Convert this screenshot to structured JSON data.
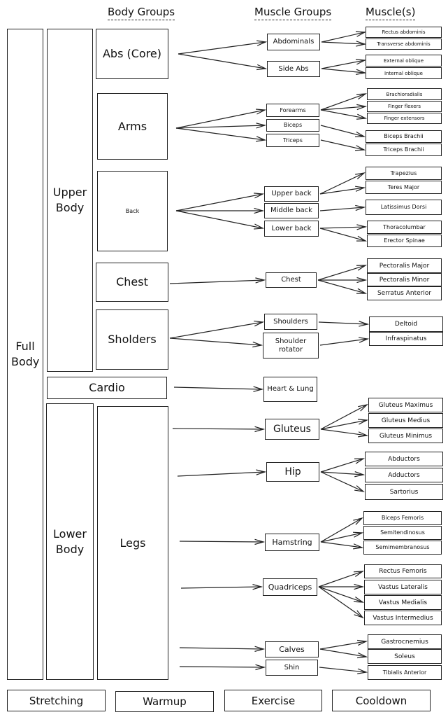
{
  "headers": {
    "body_groups": "Body Groups",
    "muscle_groups": "Muscle Groups",
    "muscles": "Muscle(s)"
  },
  "columns": {
    "full_body": "Full Body",
    "upper_body": "Upper Body",
    "lower_body": "Lower Body"
  },
  "body_groups": {
    "abs": "Abs (Core)",
    "arms": "Arms",
    "back": "Back",
    "chest": "Chest",
    "shoulders": "Sholders",
    "cardio": "Cardio",
    "legs": "Legs"
  },
  "muscle_groups": {
    "abdominals": "Abdominals",
    "side_abs": "Side Abs",
    "forearms": "Forearms",
    "biceps": "Biceps",
    "triceps": "Triceps",
    "upper_back": "Upper back",
    "middle_back": "Middle back",
    "lower_back": "Lower back",
    "chest": "Chest",
    "shoulders": "Shoulders",
    "shoulder_rotator": "Shoulder rotator",
    "heart_lung": "Heart & Lung",
    "gluteus": "Gluteus",
    "hip": "Hip",
    "hamstring": "Hamstring",
    "quadriceps": "Quadriceps",
    "calves": "Calves",
    "shin": "Shin"
  },
  "muscles": {
    "rectus_abdominis": "Rectus abdominis",
    "transverse_abdominis": "Transverse abdominis",
    "external_oblique": "External oblique",
    "internal_oblique": "Internal oblique",
    "brachioradialis": "Brachioradialis",
    "finger_flexers": "Finger flexers",
    "finger_extensors": "Finger extensors",
    "biceps_brachii": "Biceps Brachii",
    "triceps_brachii": "Triceps Brachii",
    "trapezius": "Trapezius",
    "teres_major": "Teres Major",
    "latissimus_dorsi": "Latissimus Dorsi",
    "thoracolumbar": "Thoracolumbar",
    "erector_spinae": "Erector Spinae",
    "pectoralis_major": "Pectoralis Major",
    "pectoralis_minor": "Pectoralis Minor",
    "serratus_anterior": "Serratus Anterior",
    "deltoid": "Deltoid",
    "infraspinatus": "Infraspinatus",
    "gluteus_maximus": "Gluteus Maximus",
    "gluteus_medius": "Gluteus Medius",
    "gluteus_minimus": "Gluteus Minimus",
    "abductors": "Abductors",
    "adductors": "Adductors",
    "sartorius": "Sartorius",
    "biceps_femoris": "Biceps Femoris",
    "semitendinosus": "Semitendinosus",
    "semimembranosus": "Semimembranosus",
    "rectus_femoris": "Rectus Femoris",
    "vastus_lateralis": "Vastus Lateralis",
    "vastus_medialis": "Vastus Medialis",
    "vastus_intermedius": "Vastus Intermedius",
    "gastrocnemius": "Gastrocnemius",
    "soleus": "Soleus",
    "tibialis_anterior": "Tibialis Anterior"
  },
  "footer": {
    "stretching": "Stretching",
    "warmup": "Warmup",
    "exercise": "Exercise",
    "cooldown": "Cooldown"
  }
}
